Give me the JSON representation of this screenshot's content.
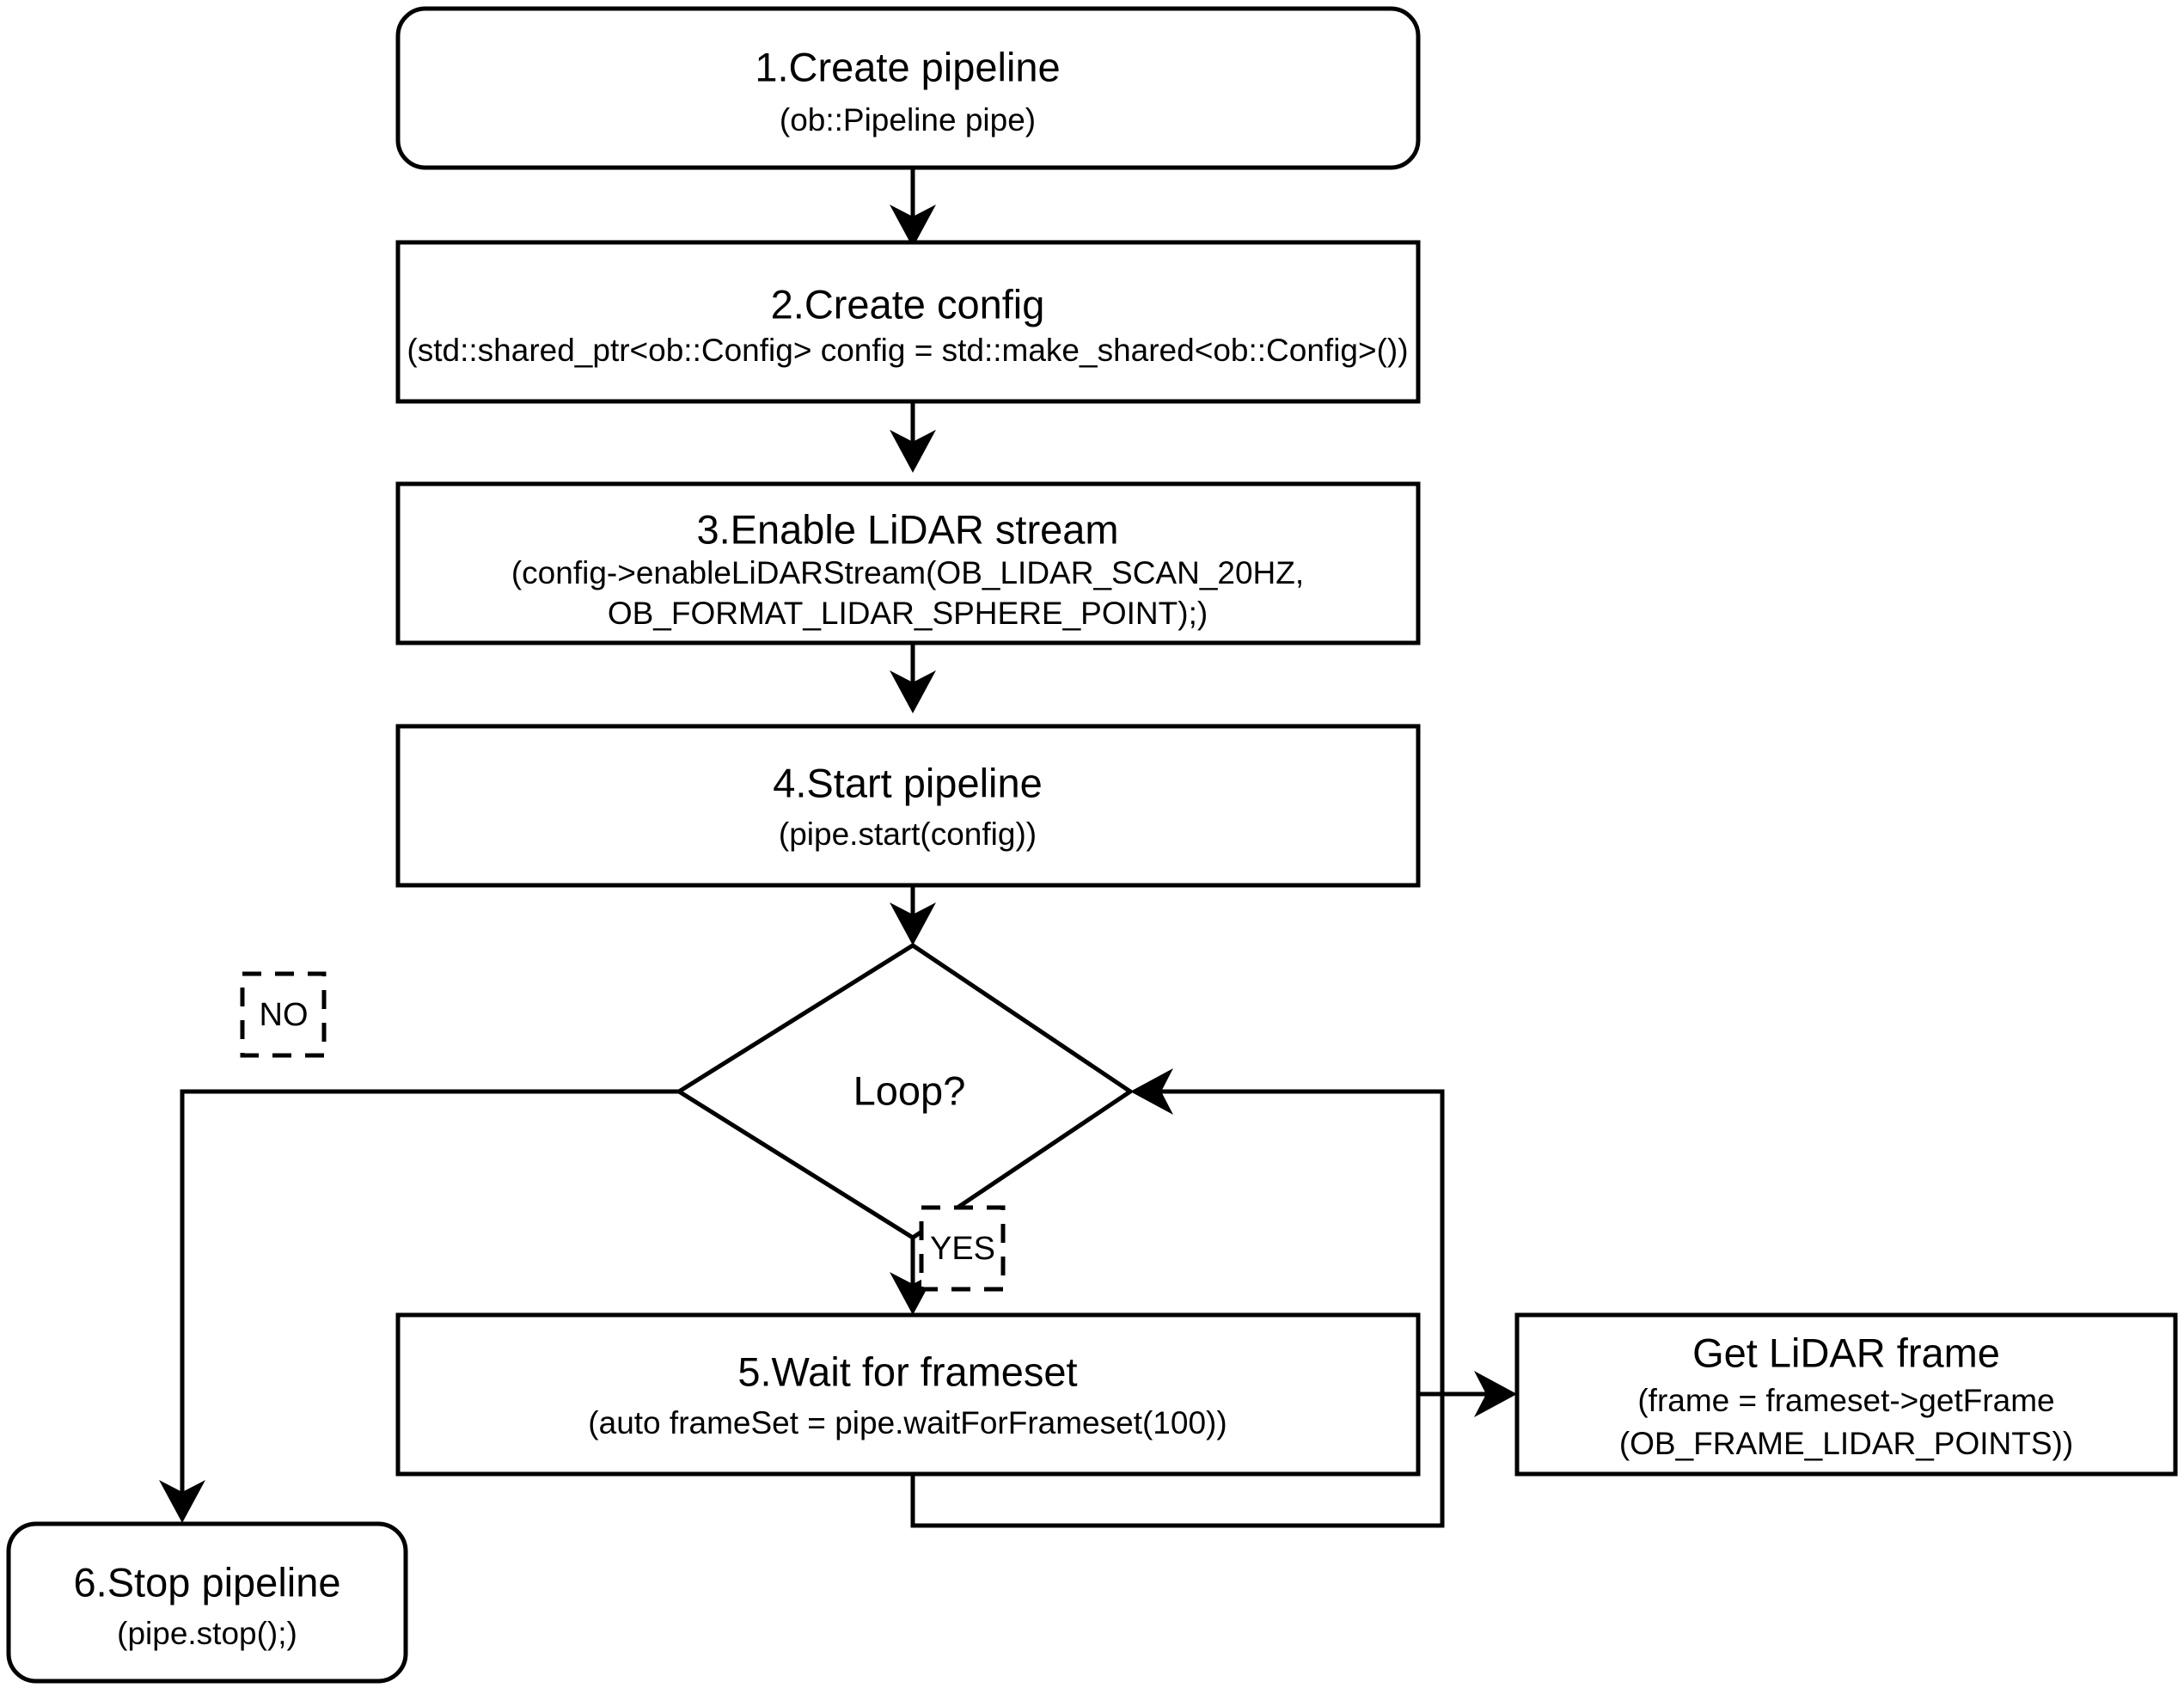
{
  "diagram": {
    "title": "LiDAR pipeline flowchart",
    "type": "flowchart",
    "stroke_color": "#000000",
    "fill_color": "#ffffff",
    "background_color": "#ffffff"
  },
  "nodes": {
    "create_pipeline": {
      "shape": "rounded-rect",
      "title": "1.Create pipeline",
      "sub1": "(ob::Pipeline pipe)"
    },
    "create_config": {
      "shape": "rect",
      "title": "2.Create config",
      "sub1": "(std::shared_ptr<ob::Config> config = std::make_shared<ob::Config>())"
    },
    "enable_lidar_stream": {
      "shape": "rect",
      "title": "3.Enable LiDAR stream",
      "sub1": "(config->enableLiDARStream(OB_LIDAR_SCAN_20HZ,",
      "sub2": "OB_FORMAT_LIDAR_SPHERE_POINT);)"
    },
    "start_pipeline": {
      "shape": "rect",
      "title": "4.Start pipeline",
      "sub1": "(pipe.start(config))"
    },
    "loop_decision": {
      "shape": "diamond",
      "title": "Loop?"
    },
    "wait_for_frameset": {
      "shape": "rect",
      "title": "5.Wait for frameset",
      "sub1": "(auto frameSet = pipe.waitForFrameset(100))"
    },
    "get_lidar_frame": {
      "shape": "rect",
      "title": "Get LiDAR frame",
      "sub1": "(frame = frameset->getFrame",
      "sub2": "(OB_FRAME_LIDAR_POINTS))"
    },
    "stop_pipeline": {
      "shape": "rounded-rect",
      "title": "6.Stop pipeline",
      "sub1": "(pipe.stop();)"
    }
  },
  "branch_labels": {
    "no": "NO",
    "yes": "YES"
  }
}
